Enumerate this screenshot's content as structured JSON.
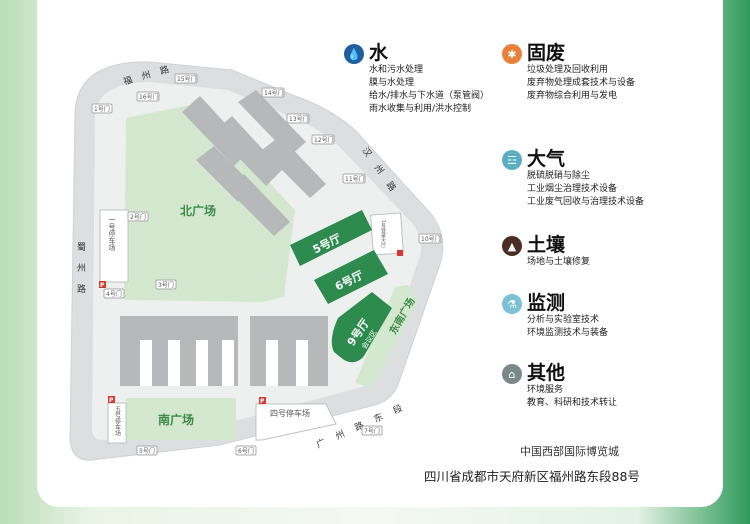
{
  "map": {
    "roads": {
      "fuzhou_top": "福州路",
      "hanzhou_right": "汉州路",
      "shuzhou_left": "蜀州路",
      "guangzhou_bottom": "广州路东段"
    },
    "gates": [
      "1号门",
      "2号门",
      "3号门",
      "4号门",
      "5号门",
      "6号门",
      "7号门",
      "10号门",
      "11号门",
      "12号门",
      "13号门",
      "14号门",
      "15号门",
      "16号门"
    ],
    "parking": [
      "一号停车场",
      "五号停车场",
      "四号停车场"
    ],
    "parking_icon_label": "P",
    "plazas": {
      "north": "北广场",
      "south": "南广场",
      "southeast": "东南广场"
    },
    "halls": {
      "hall5": "5号厅",
      "hall6": "6号厅",
      "hall9": "9号厅",
      "hall9_sub": "会议区"
    },
    "corridor_label": "1号登录大厅"
  },
  "legend": [
    {
      "title": "水",
      "icon": "water-drop-icon",
      "color": "#1f5f9e",
      "items": [
        "水和污水处理",
        "膜与水处理",
        "给水/排水与下水道（泵管阀）",
        "雨水收集与利用/洪水控制"
      ]
    },
    {
      "title": "固废",
      "icon": "solid-waste-icon",
      "color": "#e8803a",
      "items": [
        "垃圾处理及回收利用",
        "废弃物处理成套技术与设备",
        "废弃物综合利用与发电"
      ]
    },
    {
      "title": "大气",
      "icon": "air-factory-icon",
      "color": "#5ab0c2",
      "items": [
        "脱硫脱硝与除尘",
        "工业烟尘治理技术设备",
        "工业废气回收与治理技术设备"
      ]
    },
    {
      "title": "土壤",
      "icon": "soil-icon",
      "color": "#4a2e24",
      "items": [
        "场地与土壤修复"
      ]
    },
    {
      "title": "监测",
      "icon": "monitoring-flask-icon",
      "color": "#7cc1d6",
      "items": [
        "分析与实验室技术",
        "环境监测技术与装备"
      ]
    },
    {
      "title": "其他",
      "icon": "other-house-icon",
      "color": "#7a8a8a",
      "items": [
        "环境服务",
        "教育、科研和技术转让"
      ]
    }
  ],
  "address": {
    "venue": "中国西部国际博览城",
    "street": "四川省成都市天府新区福州路东段88号"
  }
}
